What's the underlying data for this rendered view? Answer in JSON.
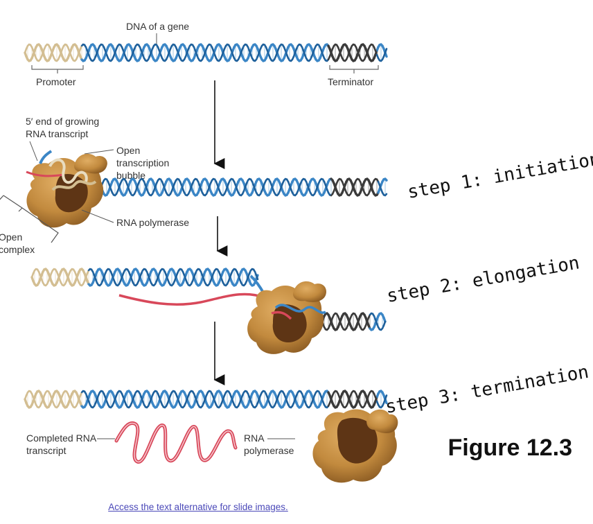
{
  "labels": {
    "dna_of_gene": "DNA of a gene",
    "promoter": "Promoter",
    "terminator": "Terminator",
    "five_prime_line1": "5′ end of growing",
    "five_prime_line2": "RNA transcript",
    "bubble_line1": "Open",
    "bubble_line2": "transcription",
    "bubble_line3": "bubble",
    "rna_polymerase": "RNA polymerase",
    "open_complex_line1": "Open",
    "open_complex_line2": "complex",
    "completed_rna_line1": "Completed RNA",
    "completed_rna_line2": "transcript",
    "rna_line1": "RNA",
    "polymerase_line2": "polymerase"
  },
  "steps": {
    "initiation": "step 1: initiation",
    "elongation": "step 2: elongation",
    "termination": "step 3: termination"
  },
  "figure_label": "Figure 12.3",
  "access_link": "Access the text alternative for slide images.",
  "colors": {
    "dna_blue": "#3b86c6",
    "dna_blue_dark": "#1d5f9a",
    "promoter_tan": "#d3be92",
    "terminator_black": "#3a3a3a",
    "rna_red": "#d8485a",
    "polymerase_tan": "#c28a3e",
    "polymerase_dark": "#5e3515"
  }
}
